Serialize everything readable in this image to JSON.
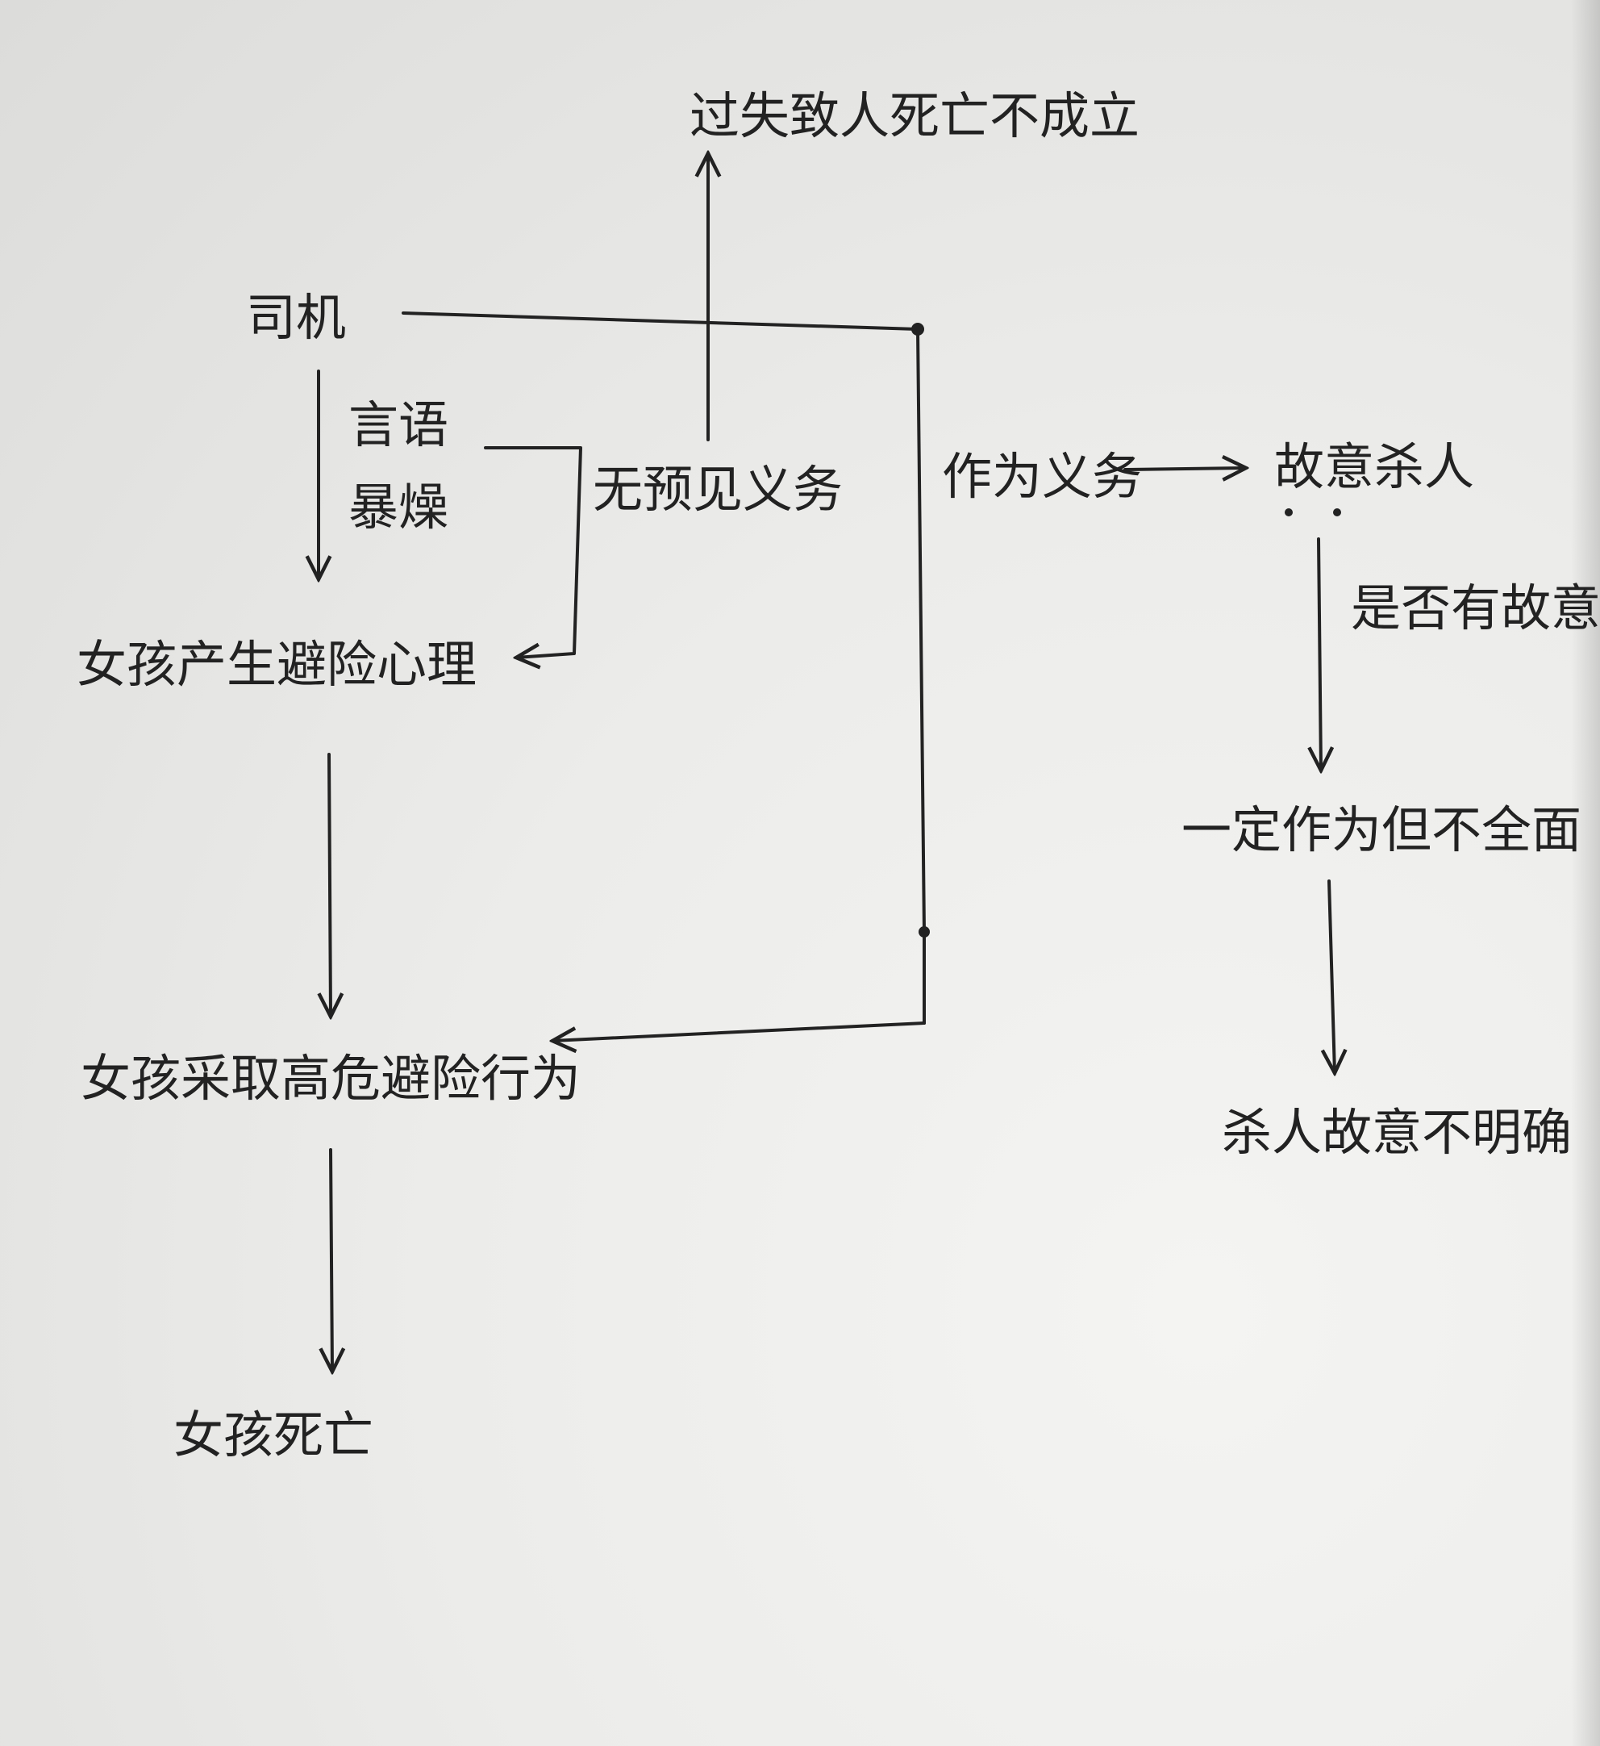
{
  "nodes": {
    "driver": "司机",
    "verbal_line1": "言语",
    "verbal_line2": "暴燥",
    "girl_fear": "女孩产生避险心理",
    "girl_action": "女孩采取高危避险行为",
    "girl_death": "女孩死亡",
    "no_foresee": "无预见义务",
    "negligent_homicide": "过失致人死亡不成立",
    "act_duty": "作为义务",
    "intentional_homicide": "故意杀人",
    "whether_intent": "是否有故意",
    "must_act": "一定作为但不全面",
    "intent_unclear": "杀人故意不明确"
  },
  "colors": {
    "ink": "#222222",
    "paper": "#ececea"
  }
}
